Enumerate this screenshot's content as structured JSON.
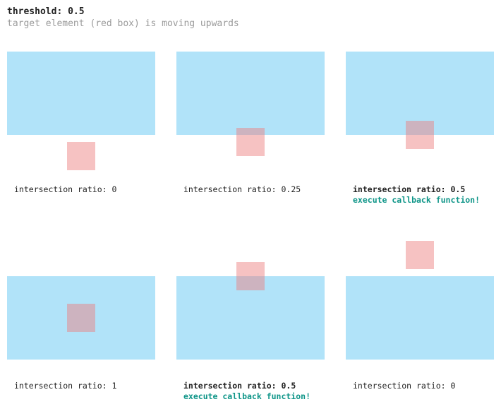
{
  "header": {
    "title": "threshold: 0.5",
    "subtitle": "target element (red box) is moving upwards"
  },
  "colors": {
    "root_box": "#b1e3f9",
    "target_box": "#ec8080",
    "callback_text": "#0e9588",
    "subtitle_text": "#9a9a9a"
  },
  "panels": [
    {
      "ratio_text": "intersection ratio: 0",
      "callback_text": ""
    },
    {
      "ratio_text": "intersection ratio: 0.25",
      "callback_text": ""
    },
    {
      "ratio_text": "intersection ratio: 0.5",
      "callback_text": "execute callback function!"
    },
    {
      "ratio_text": "intersection ratio: 1",
      "callback_text": ""
    },
    {
      "ratio_text": "intersection ratio: 0.5",
      "callback_text": "execute callback function!"
    },
    {
      "ratio_text": "intersection ratio: 0",
      "callback_text": ""
    }
  ]
}
